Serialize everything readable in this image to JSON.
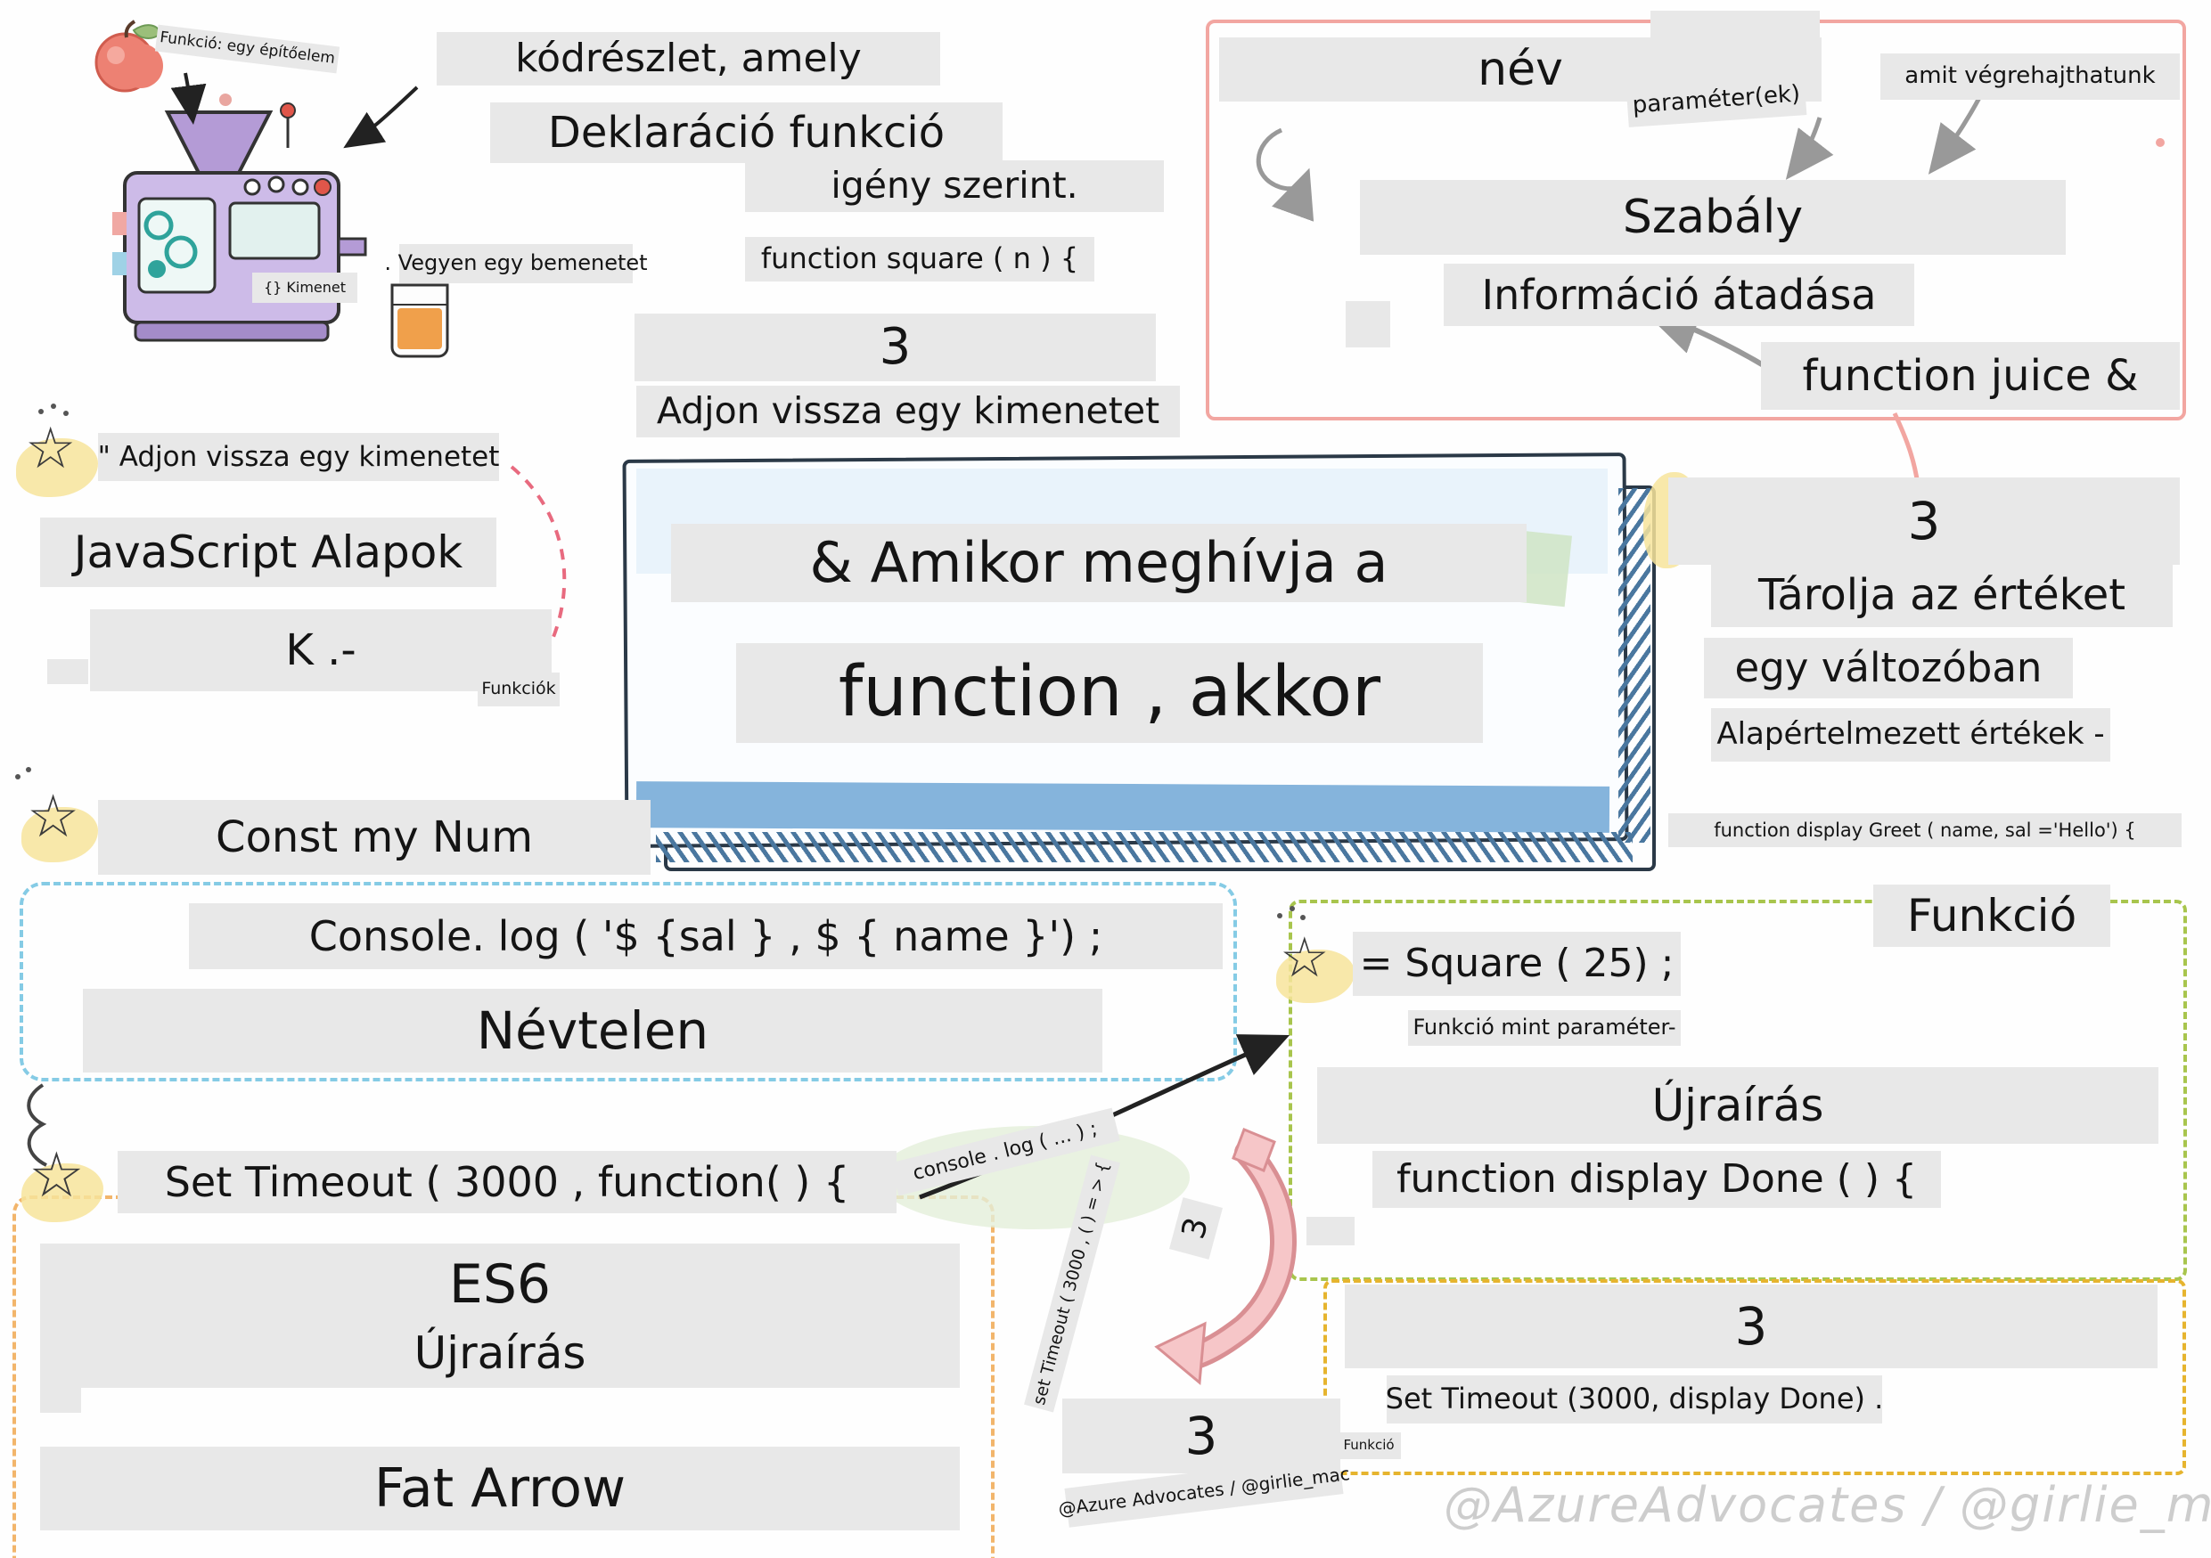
{
  "machine": {
    "caption": "Funkció: egy építőelem",
    "screen_label": "{} Kimenet",
    "input_label": ". Vegyen egy bemenetet"
  },
  "top": {
    "snippet": "kódrészlet, amely",
    "declaration": "Deklaráció funkció",
    "as_needed": "igény szerint.",
    "code": "function square ( n ) {",
    "three": "3",
    "returns": "Adjon vissza egy kimenetet"
  },
  "rules": {
    "name": "név",
    "params": "paraméter(ek)",
    "exec": "amit végrehajthatunk",
    "rule": "Szabály",
    "pass_info": "Információ átadása",
    "code": "function juice &"
  },
  "store": {
    "three": "3",
    "store_value": "Tárolja az értéket",
    "in_variable": "egy változóban",
    "defaults": "Alapértelmezett értékek -",
    "code": "function display Greet ( name, sal ='Hello') {",
    "label": "Funkció"
  },
  "left": {
    "quote": "\" Adjon vissza egy kimenetet",
    "title": "JavaScript Alapok",
    "k": "K .-",
    "functions_label": "Funkciók"
  },
  "center": {
    "line1": "& Amikor meghívja a",
    "line2": "function , akkor"
  },
  "const_num": {
    "label": "Const my Num"
  },
  "anonymous": {
    "console": "Console. log ( '$ {sal } , $ { name }') ;",
    "title": "Névtelen"
  },
  "square": {
    "call": "= Square ( 25) ;",
    "caption": "Funkció mint paraméter-",
    "rewrite": "Újraírás",
    "code": "function display Done ( ) {"
  },
  "timeout": {
    "code": "Set Timeout ( 3000 , function( ) {",
    "es6": "ES6",
    "rewrite": "Újraírás",
    "fat_arrow": "Fat Arrow"
  },
  "bottom": {
    "console": "console . log ( ... ) ;",
    "settimeout": "set Timeout ( 3000 , ( ) = > {",
    "three_arrow": "3",
    "three": "3",
    "credit": "@Azure Advocates / @girlie_mac",
    "funkcio": "Funkció"
  },
  "done": {
    "three": "3",
    "code": "Set Timeout (3000, display Done) ."
  },
  "watermark": "@AzureAdvocates / @girlie_mac"
}
